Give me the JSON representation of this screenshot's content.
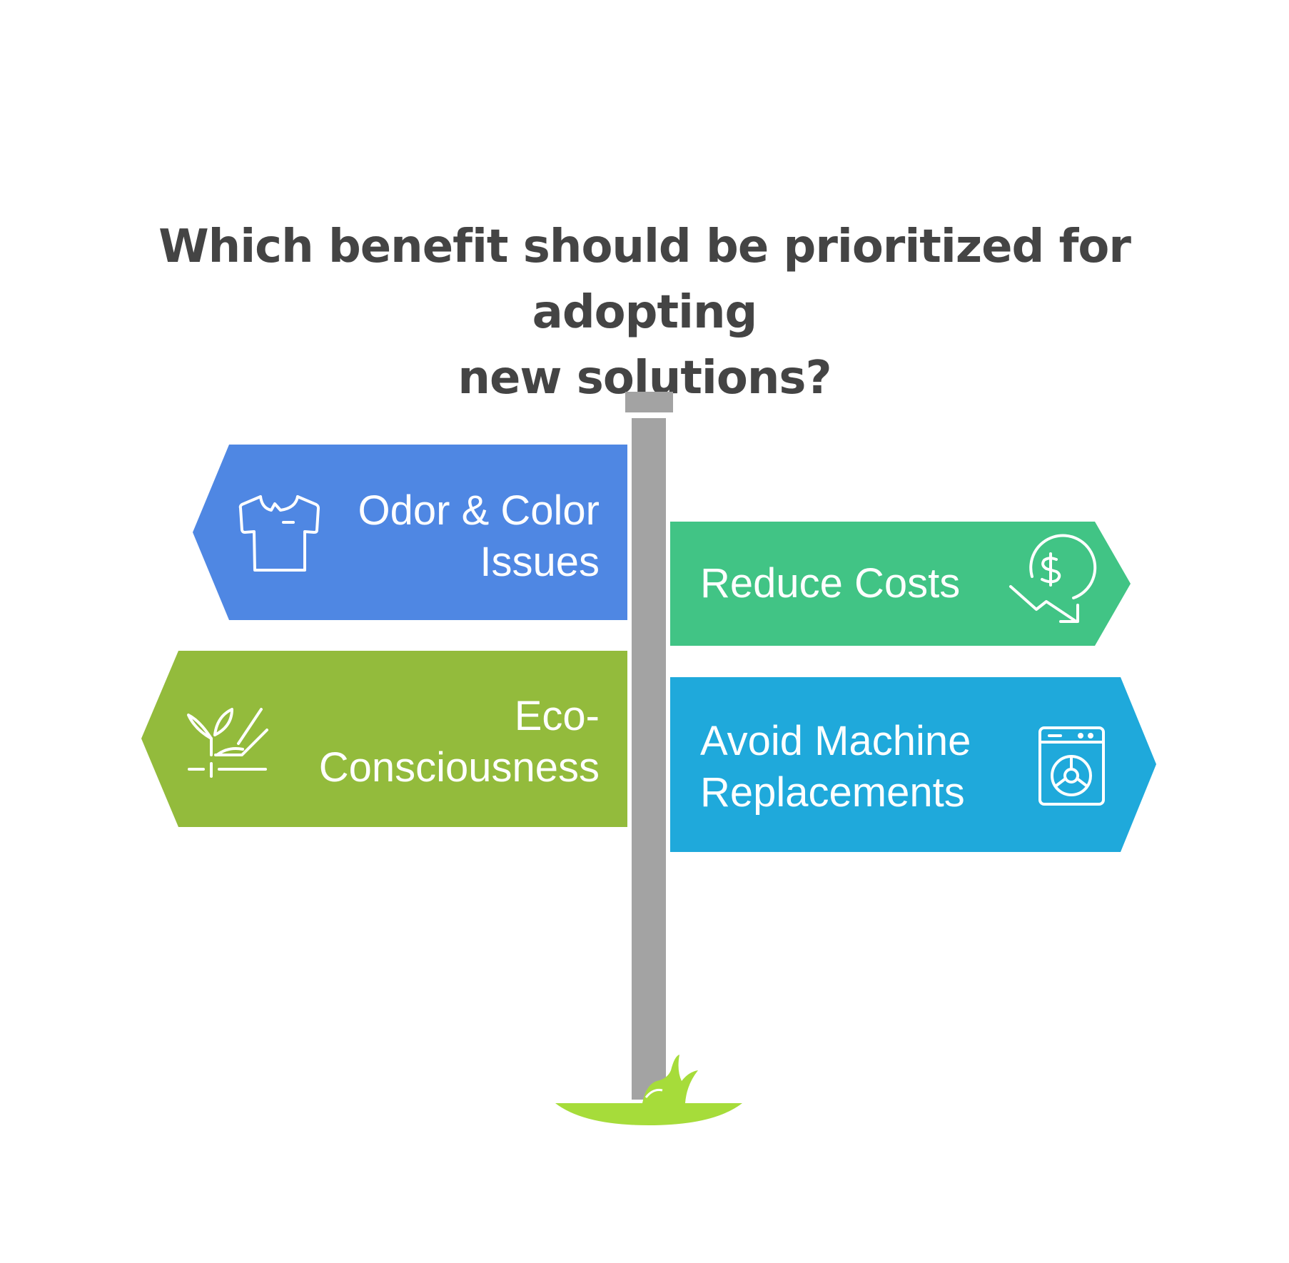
{
  "title": {
    "line1": "Which benefit should be prioritized for adopting",
    "line2": "new solutions?"
  },
  "signs": [
    {
      "id": "odor",
      "lines": [
        "Odor & Color",
        "Issues"
      ],
      "color": "#4f87e3",
      "icon": "t-shirt-icon",
      "direction": "left"
    },
    {
      "id": "costs",
      "lines": [
        "Reduce Costs"
      ],
      "color": "#41c485",
      "icon": "dollar-down-icon",
      "direction": "right"
    },
    {
      "id": "eco",
      "lines": [
        "Eco-",
        "Consciousness"
      ],
      "color": "#93bb3c",
      "icon": "plant-icon",
      "direction": "left"
    },
    {
      "id": "machine",
      "lines": [
        "Avoid Machine",
        "Replacements"
      ],
      "color": "#1fa9db",
      "icon": "washing-machine-icon",
      "direction": "right"
    }
  ],
  "colors": {
    "post": "#a3a3a3",
    "grass": "#a6dc3a",
    "title": "#444444"
  }
}
